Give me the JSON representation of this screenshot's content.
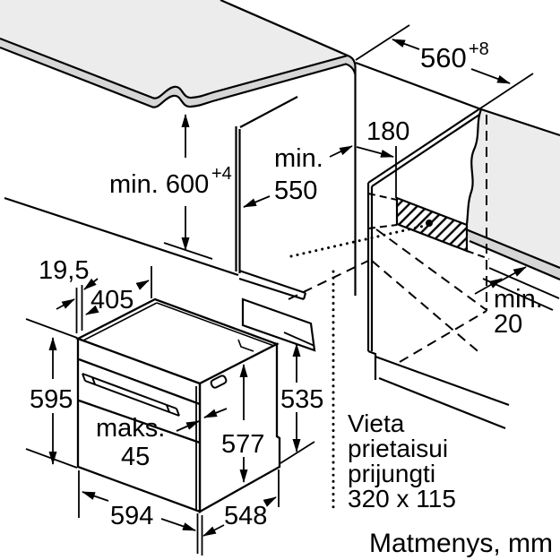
{
  "drawing": {
    "kind": "appliance installation drawing (built-in oven niche)",
    "units_label": "Matmenys, mm",
    "connection_note": {
      "line1": "Vieta",
      "line2": "prietaisui",
      "line3": "prijungti",
      "line4": "320 x 115"
    },
    "dimensions": {
      "niche_height": {
        "text": "min. 600",
        "tolerance": "+4"
      },
      "niche_width": {
        "text": "560",
        "tolerance": "+8"
      },
      "niche_depth": {
        "word": "min.",
        "value": "550"
      },
      "connection_offset": {
        "value": "180"
      },
      "rear_gap": {
        "word": "min.",
        "value": "20"
      },
      "front_overhang": {
        "value": "19,5"
      },
      "top_inset_depth": {
        "value": "405"
      },
      "oven_front_height": {
        "value": "595"
      },
      "door_protrusion": {
        "word": "maks.",
        "value": "45"
      },
      "body_height": {
        "value": "577"
      },
      "rear_body_height": {
        "value": "535"
      },
      "oven_width": {
        "value": "594"
      },
      "oven_depth": {
        "value": "548"
      }
    },
    "colors": {
      "line": "#000000",
      "surface_gray": "#ececec",
      "edge_gray": "#d6d6d6",
      "background": "#ffffff"
    }
  }
}
